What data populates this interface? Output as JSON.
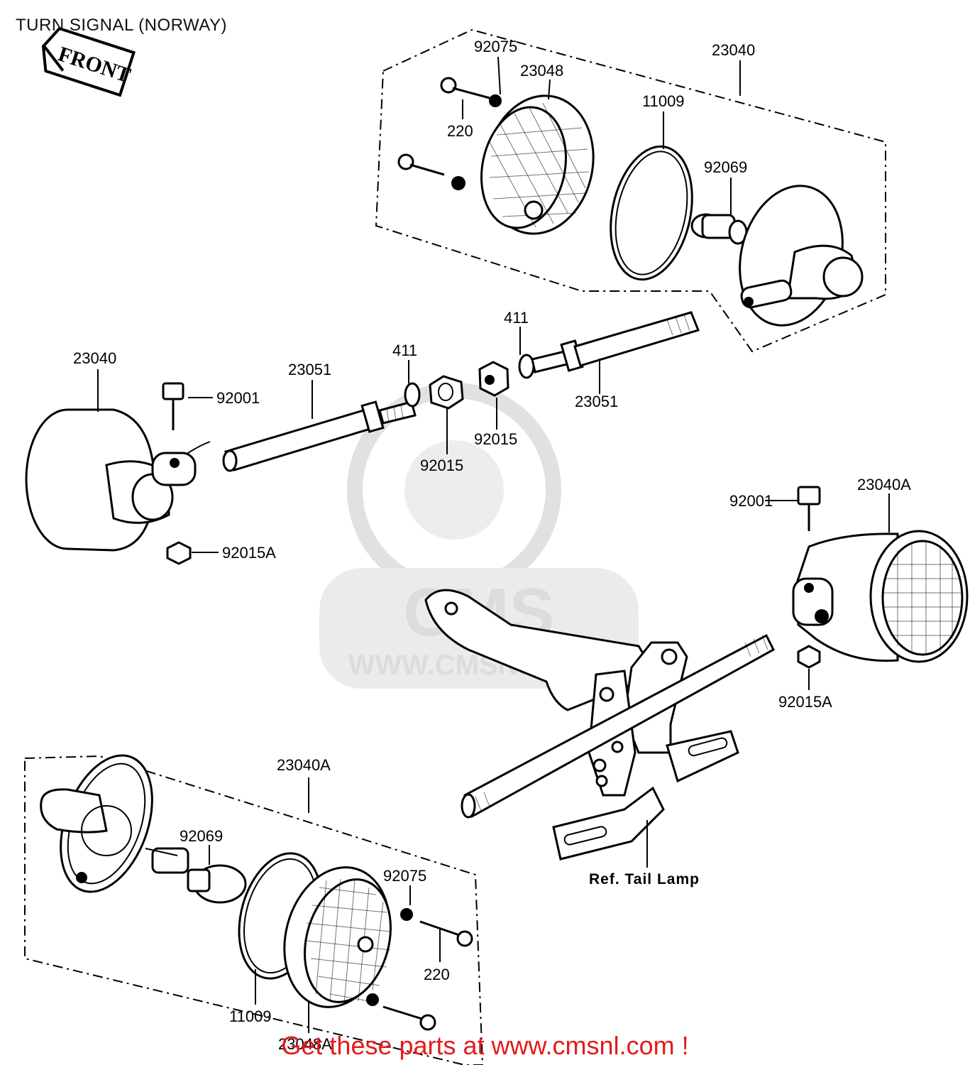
{
  "title": "TURN SIGNAL (NORWAY)",
  "promo": "Get these parts at www.cmsnl.com !",
  "front_tag": "FRONT",
  "watermark": {
    "brand": "CMS",
    "url": "WWW.CMSNL.COM"
  },
  "reference_label": "Ref. Tail Lamp",
  "callouts": [
    {
      "id": "c-92075-top",
      "label": "92075"
    },
    {
      "id": "c-23040-top",
      "label": "23040"
    },
    {
      "id": "c-23048",
      "label": "23048"
    },
    {
      "id": "c-11009-top",
      "label": "11009"
    },
    {
      "id": "c-220-top",
      "label": "220"
    },
    {
      "id": "c-92069-top",
      "label": "92069"
    },
    {
      "id": "c-411-right",
      "label": "411"
    },
    {
      "id": "c-23040-left",
      "label": "23040"
    },
    {
      "id": "c-411-mid",
      "label": "411"
    },
    {
      "id": "c-23051-left",
      "label": "23051"
    },
    {
      "id": "c-92001-left",
      "label": "92001"
    },
    {
      "id": "c-23051-right",
      "label": "23051"
    },
    {
      "id": "c-92015-right",
      "label": "92015"
    },
    {
      "id": "c-92015-mid",
      "label": "92015"
    },
    {
      "id": "c-92015A-left",
      "label": "92015A"
    },
    {
      "id": "c-23040A-right",
      "label": "23040A"
    },
    {
      "id": "c-92001-right",
      "label": "92001"
    },
    {
      "id": "c-92015A-right",
      "label": "92015A"
    },
    {
      "id": "c-23040A-bottom",
      "label": "23040A"
    },
    {
      "id": "c-92069-bottom",
      "label": "92069"
    },
    {
      "id": "c-92075-bottom",
      "label": "92075"
    },
    {
      "id": "c-220-bottom",
      "label": "220"
    },
    {
      "id": "c-11009-bottom",
      "label": "11009"
    },
    {
      "id": "c-23048A",
      "label": "23048A"
    }
  ]
}
